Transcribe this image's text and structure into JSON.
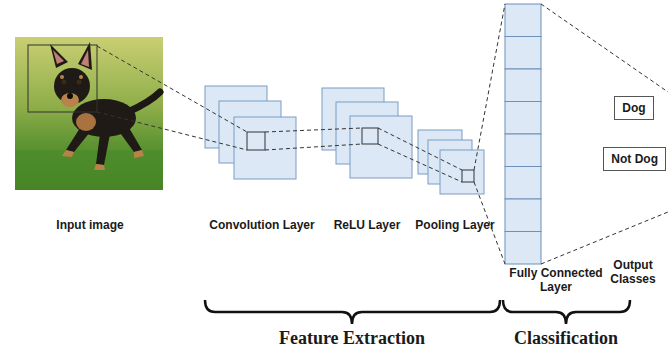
{
  "diagram": {
    "nodes": [
      {
        "text": [
          "Dog"
        ]
      },
      {
        "text": [
          "Not Dog"
        ]
      }
    ],
    "labels": [
      "Input image",
      "Convolution Layer",
      "ReLU Layer",
      "Pooling Layer",
      "Fully Connected Layer",
      "Output Classes",
      "Feature Extraction",
      "Classification"
    ]
  }
}
